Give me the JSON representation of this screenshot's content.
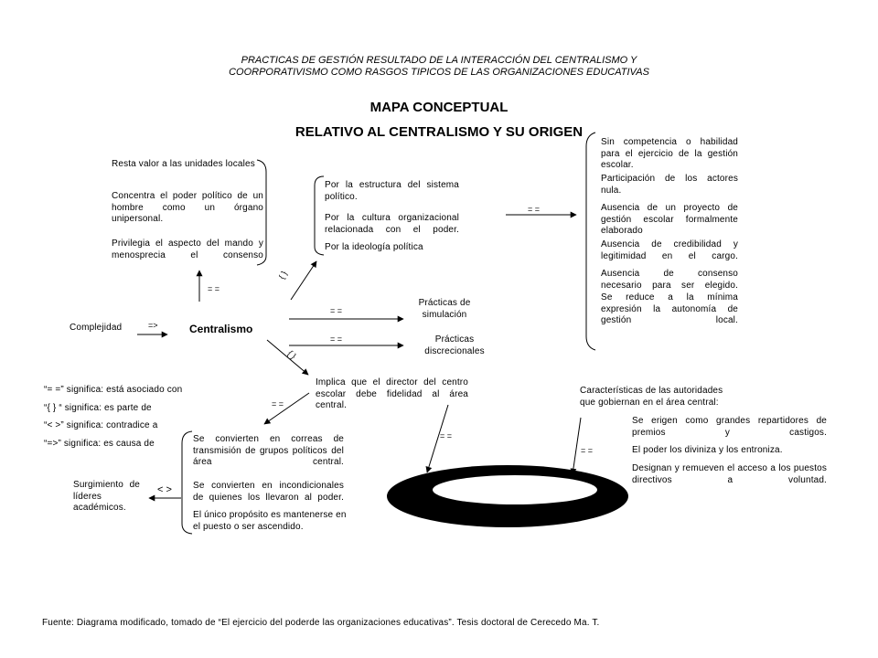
{
  "header": {
    "line1": "PRACTICAS DE GESTIÓN RESULTADO DE LA INTERACCIÓN DEL CENTRALISMO Y",
    "line2": "COORPORATIVISMO COMO RASGOS TIPICOS DE LAS ORGANIZACIONES EDUCATIVAS"
  },
  "title": {
    "line1": "MAPA CONCEPTUAL",
    "line2": "RELATIVO AL CENTRALISMO Y SU ORIGEN"
  },
  "nodes": {
    "complejidad": "Complejidad",
    "centralismo": "Centralismo",
    "resta_valor": "Resta valor a las unidades locales",
    "concentra": "Concentra el poder político de un hombre como un órgano unipersonal.",
    "privilegia": "Privilegia el aspecto del mando y menosprecia el consenso",
    "estructura": "Por la estructura del sistema político.",
    "cultura": "Por la cultura organizacional relacionada con el poder.",
    "ideologia": "Por la ideología política",
    "simulacion": "Prácticas de simulación",
    "discrecionales": "Prácticas discrecionales",
    "sin_competencia": "Sin competencia o habilidad para el ejercicio de la gestión escolar.",
    "participacion": "Participación de los actores nula.",
    "ausencia_proyecto": "Ausencia de un proyecto de gestión escolar formalmente elaborado",
    "ausencia_credibilidad": "Ausencia de credibilidad y legitimidad en el cargo.",
    "ausencia_consenso": "Ausencia de consenso necesario para ser elegido.",
    "se_reduce": "Se reduce a la mínima expresión la autonomía de gestión local.",
    "implica": "Implica que el director del centro escolar debe fidelidad al área central.",
    "correas": "Se convierten en correas de transmisión de grupos políticos del área central.",
    "incondicionales": "Se convierten en incondicionales de quienes los llevaron al poder.",
    "unico_proposito": "El único propósito es mantenerse en el puesto o ser ascendido.",
    "surgimiento": "Surgimiento de líderes académicos.",
    "caracteristicas": "Características de las autoridades que gobiernan en el área central:",
    "se_erigen": "Se erigen como grandes repartidores de premios y castigos.",
    "el_poder": "El poder los diviniza y los entroniza.",
    "designan": "Designan y remueven el acceso a los puestos directivos a voluntad."
  },
  "link_labels": {
    "causa": "=>",
    "asociado": "= =",
    "parte": "{ }",
    "contradice": "< >"
  },
  "legend": {
    "asociado": "“= =” significa: está asociado con",
    "parte": "“{ } “ significa: es parte de",
    "contradice": "“< >” significa: contradice a",
    "causa": "“=>” significa: es causa de"
  },
  "footer": "Fuente: Diagrama modificado, tomado de “El ejercicio del poderde las organizaciones educativas”. Tesis doctoral de Cerecedo Ma. T.",
  "colors": {
    "ink": "#000000",
    "background": "#ffffff"
  }
}
